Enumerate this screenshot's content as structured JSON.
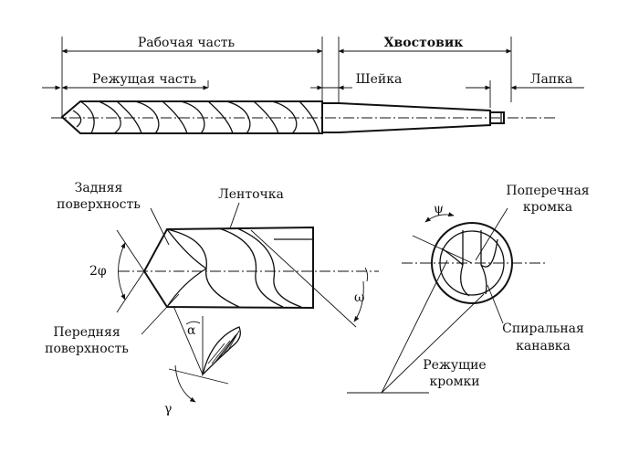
{
  "labels": {
    "working_part": "Рабочая часть",
    "shank": "Хвостовик",
    "cutting_part": "Режущая часть",
    "neck": "Шейка",
    "tang": "Лапка",
    "rear_surface_1": "Задняя",
    "rear_surface_2": "поверхность",
    "margin": "Ленточка",
    "two_phi": "2φ",
    "omega": "ω",
    "alpha": "α",
    "gamma": "γ",
    "front_surface_1": "Передняя",
    "front_surface_2": "поверхность",
    "psi": "ψ",
    "transverse_edge_1": "Поперечная",
    "transverse_edge_2": "кромка",
    "spiral_groove_1": "Спиральная",
    "spiral_groove_2": "канавка",
    "cutting_edges_1": "Режущие",
    "cutting_edges_2": "кромки"
  }
}
